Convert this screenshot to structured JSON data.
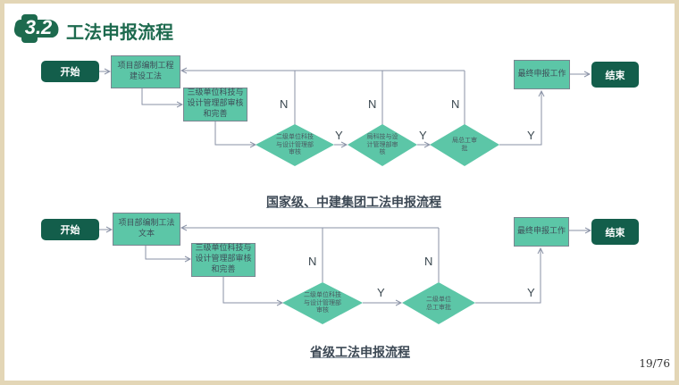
{
  "header": {
    "section_number": "3.2",
    "title": "工法申报流程"
  },
  "colors": {
    "terminal": "#135e4b",
    "process": "#5cc6a7",
    "connector": "#8a92a6",
    "title": "#1d6a4e"
  },
  "flow1": {
    "caption": "国家级、中建集团工法申报流程",
    "start": "开始",
    "step1": "项目部编制工程建设工法",
    "step2": "三级单位科技与设计管理部审核和完善",
    "decision1": "二级单位科技与设计管理部审核",
    "decision2": "局科技与设计管理部审核",
    "decision3": "局总工审批",
    "final_step": "最终申报工作",
    "end": "结束",
    "labels": {
      "yes": "Y",
      "no": "N"
    }
  },
  "flow2": {
    "caption": "省级工法申报流程",
    "start": "开始",
    "step1": "项目部编制工法文本",
    "step2": "三级单位科技与设计管理部审核和完善",
    "decision1": "二级单位科技与设计管理部审核",
    "decision2": "二级单位总工审批",
    "final_step": "最终申报工作",
    "end": "结束",
    "labels": {
      "yes": "Y",
      "no": "N"
    }
  },
  "page": {
    "indicator": "19/76"
  }
}
